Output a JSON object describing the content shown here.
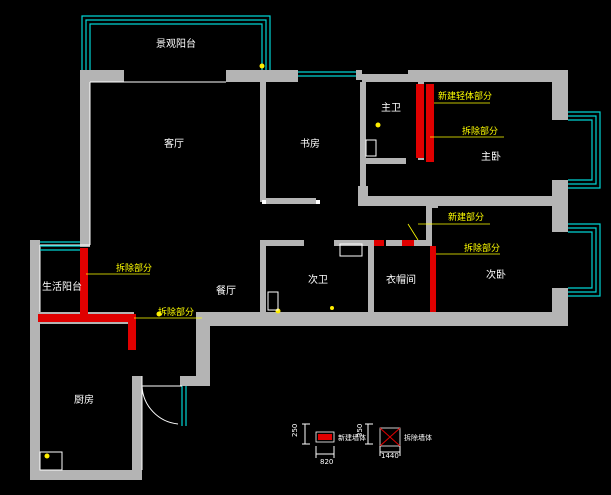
{
  "rooms": {
    "scenic_balcony": "景观阳台",
    "living_room": "客厅",
    "study": "书房",
    "master_bath": "主卫",
    "master_bedroom": "主卧",
    "dining_room": "餐厅",
    "second_bath": "次卫",
    "cloakroom": "衣帽间",
    "second_bedroom": "次卧",
    "utility_balcony": "生活阳台",
    "kitchen": "厨房"
  },
  "annotations": {
    "new_lightweight_part": "新建轻体部分",
    "demolish_part_master": "拆除部分",
    "new_build_part": "新建部分",
    "demolish_part_second": "拆除部分",
    "demolish_part_left": "拆除部分",
    "demolish_part_dining": "拆除部分"
  },
  "legend": {
    "item1_dim_vertical": "250",
    "item1_dim_horizontal": "820",
    "item1_label": "新建墙体",
    "item2_dim_vertical": "350",
    "item2_dim_horizontal": "1440",
    "item2_label": "拆除墙体"
  },
  "colors": {
    "background": "#000000",
    "wall": "#b4b4b4",
    "window": "#00d4d4",
    "new_wall": "#e00000",
    "annotation": "#ffff00",
    "text": "#ffffff"
  }
}
